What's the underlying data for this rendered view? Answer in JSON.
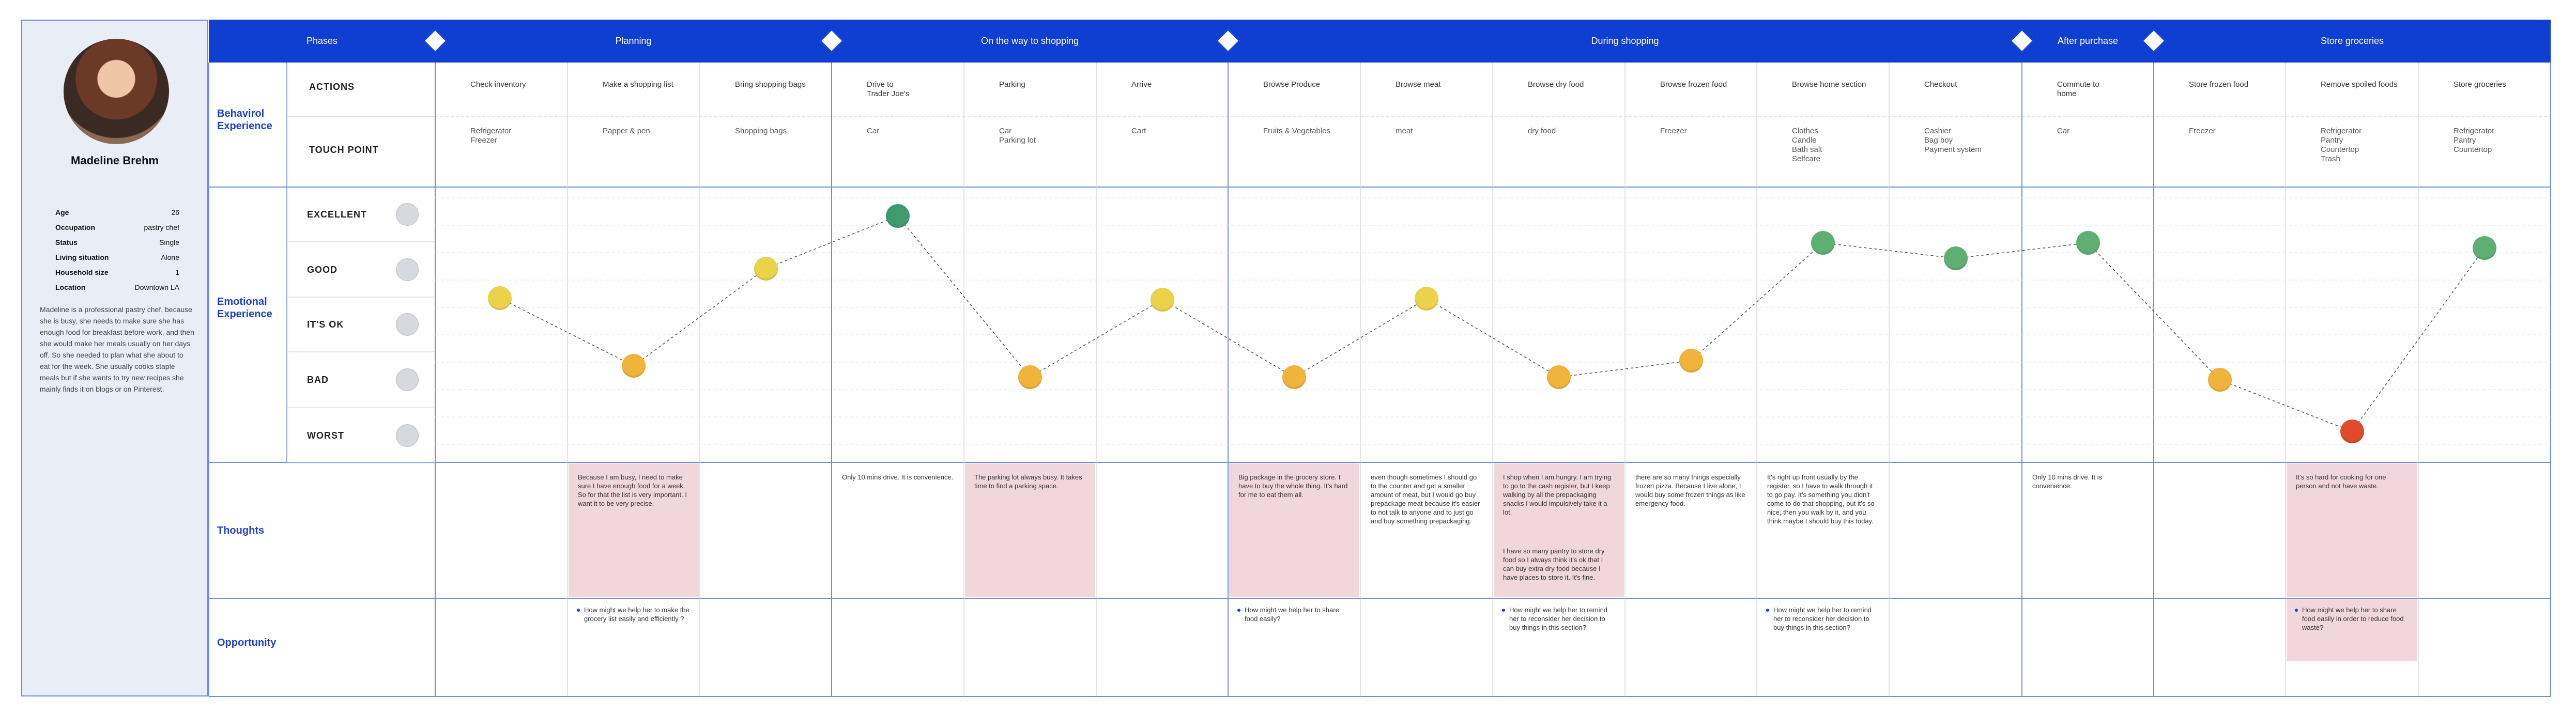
{
  "persona": {
    "name": "Madeline Brehm",
    "info": [
      {
        "k": "Age",
        "v": "26"
      },
      {
        "k": "Occupation",
        "v": "pastry chef"
      },
      {
        "k": "Status",
        "v": "Single"
      },
      {
        "k": "Living situation",
        "v": "Alone"
      },
      {
        "k": "Household size",
        "v": "1"
      },
      {
        "k": "Location",
        "v": "Downtown LA"
      }
    ],
    "bio": "Madeline is a professional pastry chef, because she is busy, she needs to make sure she has enough food for breakfast before work, and then she would make her meals usually on her days off. So she needed to plan what she about to eat for the week. She usually cooks staple meals but if she wants to try new recipes she mainly finds it on blogs or on Pinterest."
  },
  "phases_label": "Phases",
  "phases": [
    "Planning",
    "On the way to shopping",
    "During shopping",
    "After purchase",
    "Store groceries"
  ],
  "row_labels": {
    "behavioral": "Behavirol Experience",
    "actions": "ACTIONS",
    "touch_point": "TOUCH POINT",
    "emotional": "Emotional Experience",
    "thoughts": "Thoughts",
    "opportunity": "Opportunity"
  },
  "emotion_levels": [
    "EXCELLENT",
    "GOOD",
    "IT'S OK",
    "BAD",
    "WORST"
  ],
  "actions": [
    "Check inventory",
    "Make a shopping list",
    "Bring shopping bags",
    "Drive to\nTrader Joe's",
    "Parking",
    "Arrive",
    "Browse Produce",
    "Browse meat",
    "Browse dry food",
    "Browse frozen food",
    "Browse home section",
    "Checkout",
    "Commute to\nhome",
    "Store frozen food",
    "Remove spoiled foods",
    "Store groceries"
  ],
  "touch_points": [
    "Refrigerator\nFreezer",
    "Papper & pen",
    "Shopping bags",
    "Car",
    "Car\nParking lot",
    "Cart",
    "Fruits & Vegetables",
    "meat",
    "dry food",
    "Freezer",
    "Clothes\nCandle\nBath salt\nSelfcare",
    "Cashier\nBag boy\nPayment system",
    "Car",
    "Freezer",
    "Refrigerator\nPantry\nCountertop\nTrash",
    "Refrigerator\nPantry\nCountertop"
  ],
  "thoughts": [
    {
      "col": 1,
      "pink": true,
      "text": "Because I am busy, I need to make sure I have enough food for a week. So for that the list is very important. I want it to be very precise."
    },
    {
      "col": 3,
      "pink": false,
      "text": "Only 10 mins drive. It is convenience."
    },
    {
      "col": 4,
      "pink": true,
      "text": "The parking lot always busy. It takes time to find a parking space."
    },
    {
      "col": 6,
      "pink": true,
      "text": "Big package in the grocery store. I have to buy the whole thing. It's hard for me to eat them all."
    },
    {
      "col": 7,
      "pink": false,
      "text": "even though sometimes I should go to the counter and get a smaller amount of meat, but I would go buy prepackage meat because it's easier to not talk to anyone and to just go and buy something prepackaging."
    },
    {
      "col": 8,
      "pink": true,
      "text": "I shop when I am hungry. I am trying to go to the cash register, but I keep walking by all the prepackaging snacks I would impulsively take it a lot."
    },
    {
      "col": 8,
      "pink": true,
      "second": true,
      "text": "I have so many pantry to store dry food so I always think it's ok that I can buy extra dry food because I have places to store it. It's fine."
    },
    {
      "col": 9,
      "pink": false,
      "text": "there are so many things especially frozen pizza. Because I live alone, I would buy some frozen things as like emergency food."
    },
    {
      "col": 10,
      "pink": false,
      "text": "It's right up front usually by the register, so I have to walk through it to go pay. It's something you didn't come to do that shopping, but it's so nice, then you walk by it, and you think maybe I should buy this today."
    },
    {
      "col": 12,
      "pink": false,
      "text": "Only 10 mins drive. It is convenience."
    },
    {
      "col": 14,
      "pink": true,
      "text": "It's so hard for cooking for one person and not have waste."
    }
  ],
  "opportunities": [
    {
      "col": 1,
      "text": "How might we help her to make the grocery list easily and efficiently ?"
    },
    {
      "col": 6,
      "text": "How might we help her to share food easily?"
    },
    {
      "col": 8,
      "text": "How might we help her to remind her to reconsider her decision to buy things in this section?"
    },
    {
      "col": 10,
      "text": "How might we help her to remind her to reconsider her decision to buy things in this section?"
    },
    {
      "col": 14,
      "text": "How might we help her to share food easily in order to reduce food waste?"
    }
  ],
  "emotion_curve": [
    "good",
    "bad",
    "good",
    "excellent",
    "bad",
    "good",
    "bad",
    "good",
    "bad",
    "bad",
    "good",
    "good",
    "good",
    "bad",
    "worst",
    "good"
  ],
  "colors": {
    "header": "#0f3fd1",
    "label": "#1b3fd0",
    "border": "#6f8fd3",
    "pink": "#f1d6dc",
    "yellow": "#ead24a",
    "orange": "#f0b43c",
    "green": "#5fae72",
    "darkgreen": "#3f9a70",
    "red": "#e04a2c"
  }
}
